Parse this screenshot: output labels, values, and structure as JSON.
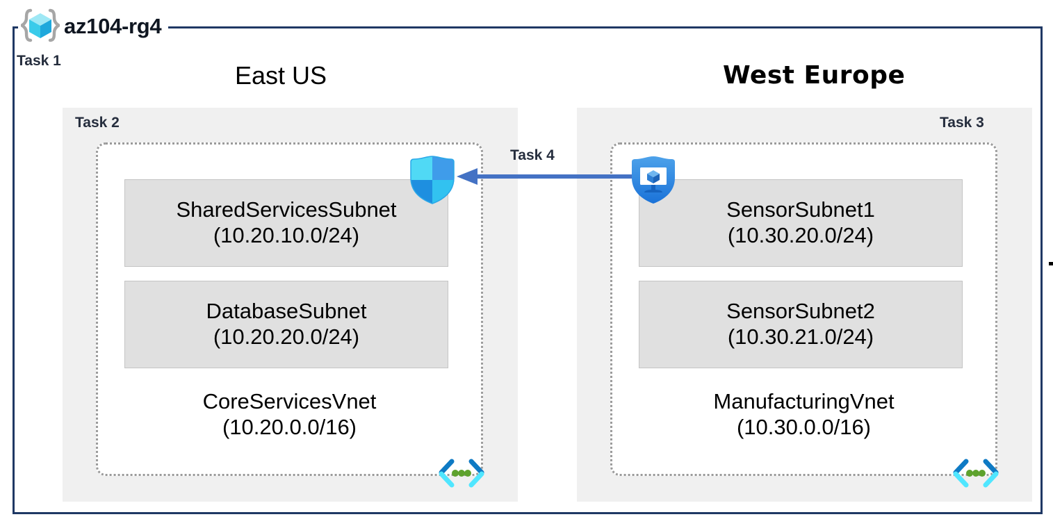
{
  "resource_group": {
    "name": "az104-rg4",
    "icon": "resource-group-cube-icon"
  },
  "tasks": {
    "task1": "Task 1",
    "task2": "Task 2",
    "task3": "Task 3",
    "task4": "Task 4"
  },
  "regions": [
    {
      "title": "East US",
      "task": "Task 2",
      "vnet": {
        "name": "CoreServicesVnet",
        "cidr": "(10.20.0.0/16)",
        "icon": "virtual-network-icon",
        "subnets": [
          {
            "name": "SharedServicesSubnet",
            "cidr": "(10.20.10.0/24)"
          },
          {
            "name": "DatabaseSubnet",
            "cidr": "(10.20.20.0/24)"
          }
        ]
      },
      "icon": "network-security-group-shield-icon"
    },
    {
      "title": "West Europe",
      "task": "Task 3",
      "vnet": {
        "name": "ManufacturingVnet",
        "cidr": "(10.30.0.0/16)",
        "icon": "virtual-network-icon",
        "subnets": [
          {
            "name": "SensorSubnet1",
            "cidr": "(10.30.20.0/24)"
          },
          {
            "name": "SensorSubnet2",
            "cidr": "(10.30.21.0/24)"
          }
        ]
      },
      "icon": "bastion-shield-icon"
    }
  ],
  "connection": {
    "label": "Task 4",
    "icon": "peering-arrow-icon",
    "direction": "right-to-left"
  },
  "colors": {
    "frame_border": "#1F3864",
    "region_panel": "#F0F0F0",
    "subnet_fill": "#E0E0E0",
    "subnet_border": "#C4C4C4",
    "vnet_border": "#9A9A9A",
    "arrow": "#4472C4",
    "task_text": "#252D3D",
    "azure_blue": "#0078D4",
    "azure_cyan": "#50E6FF",
    "vnet_dot_green": "#5EA22E"
  }
}
